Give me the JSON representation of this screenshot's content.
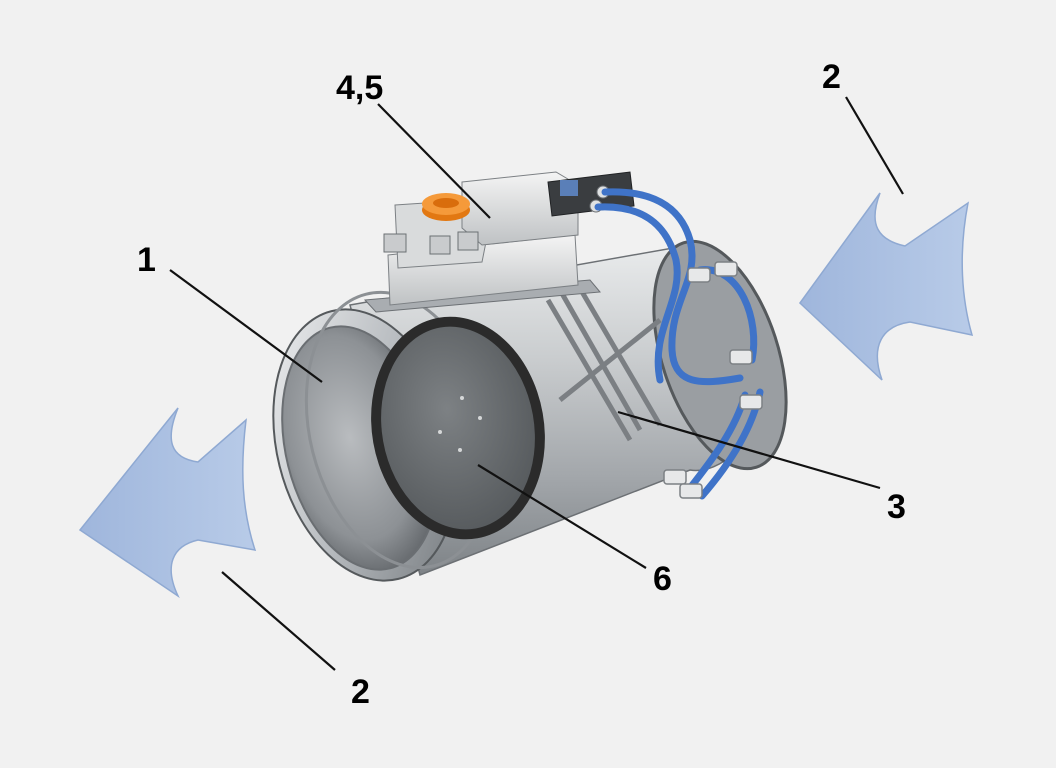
{
  "colors": {
    "background": "#f1f1f1",
    "arrow_fill": "#a9bfe0",
    "arrow_edge": "#8fa9d2",
    "tube_blue": "#3f73c8",
    "cap_orange": "#f08a24",
    "metal_light": "#dcdedf",
    "metal_dark": "#8a8e92",
    "seal_dark": "#2b2b2b",
    "leader_line": "#111111"
  },
  "icons": {
    "flow_arrow_left": "flow-arrow-icon",
    "flow_arrow_right": "flow-arrow-icon"
  },
  "callouts": {
    "label_1": "1",
    "label_2_top": "2",
    "label_2_bottom": "2",
    "label_3": "3",
    "label_45": "4,5",
    "label_6": "6"
  }
}
